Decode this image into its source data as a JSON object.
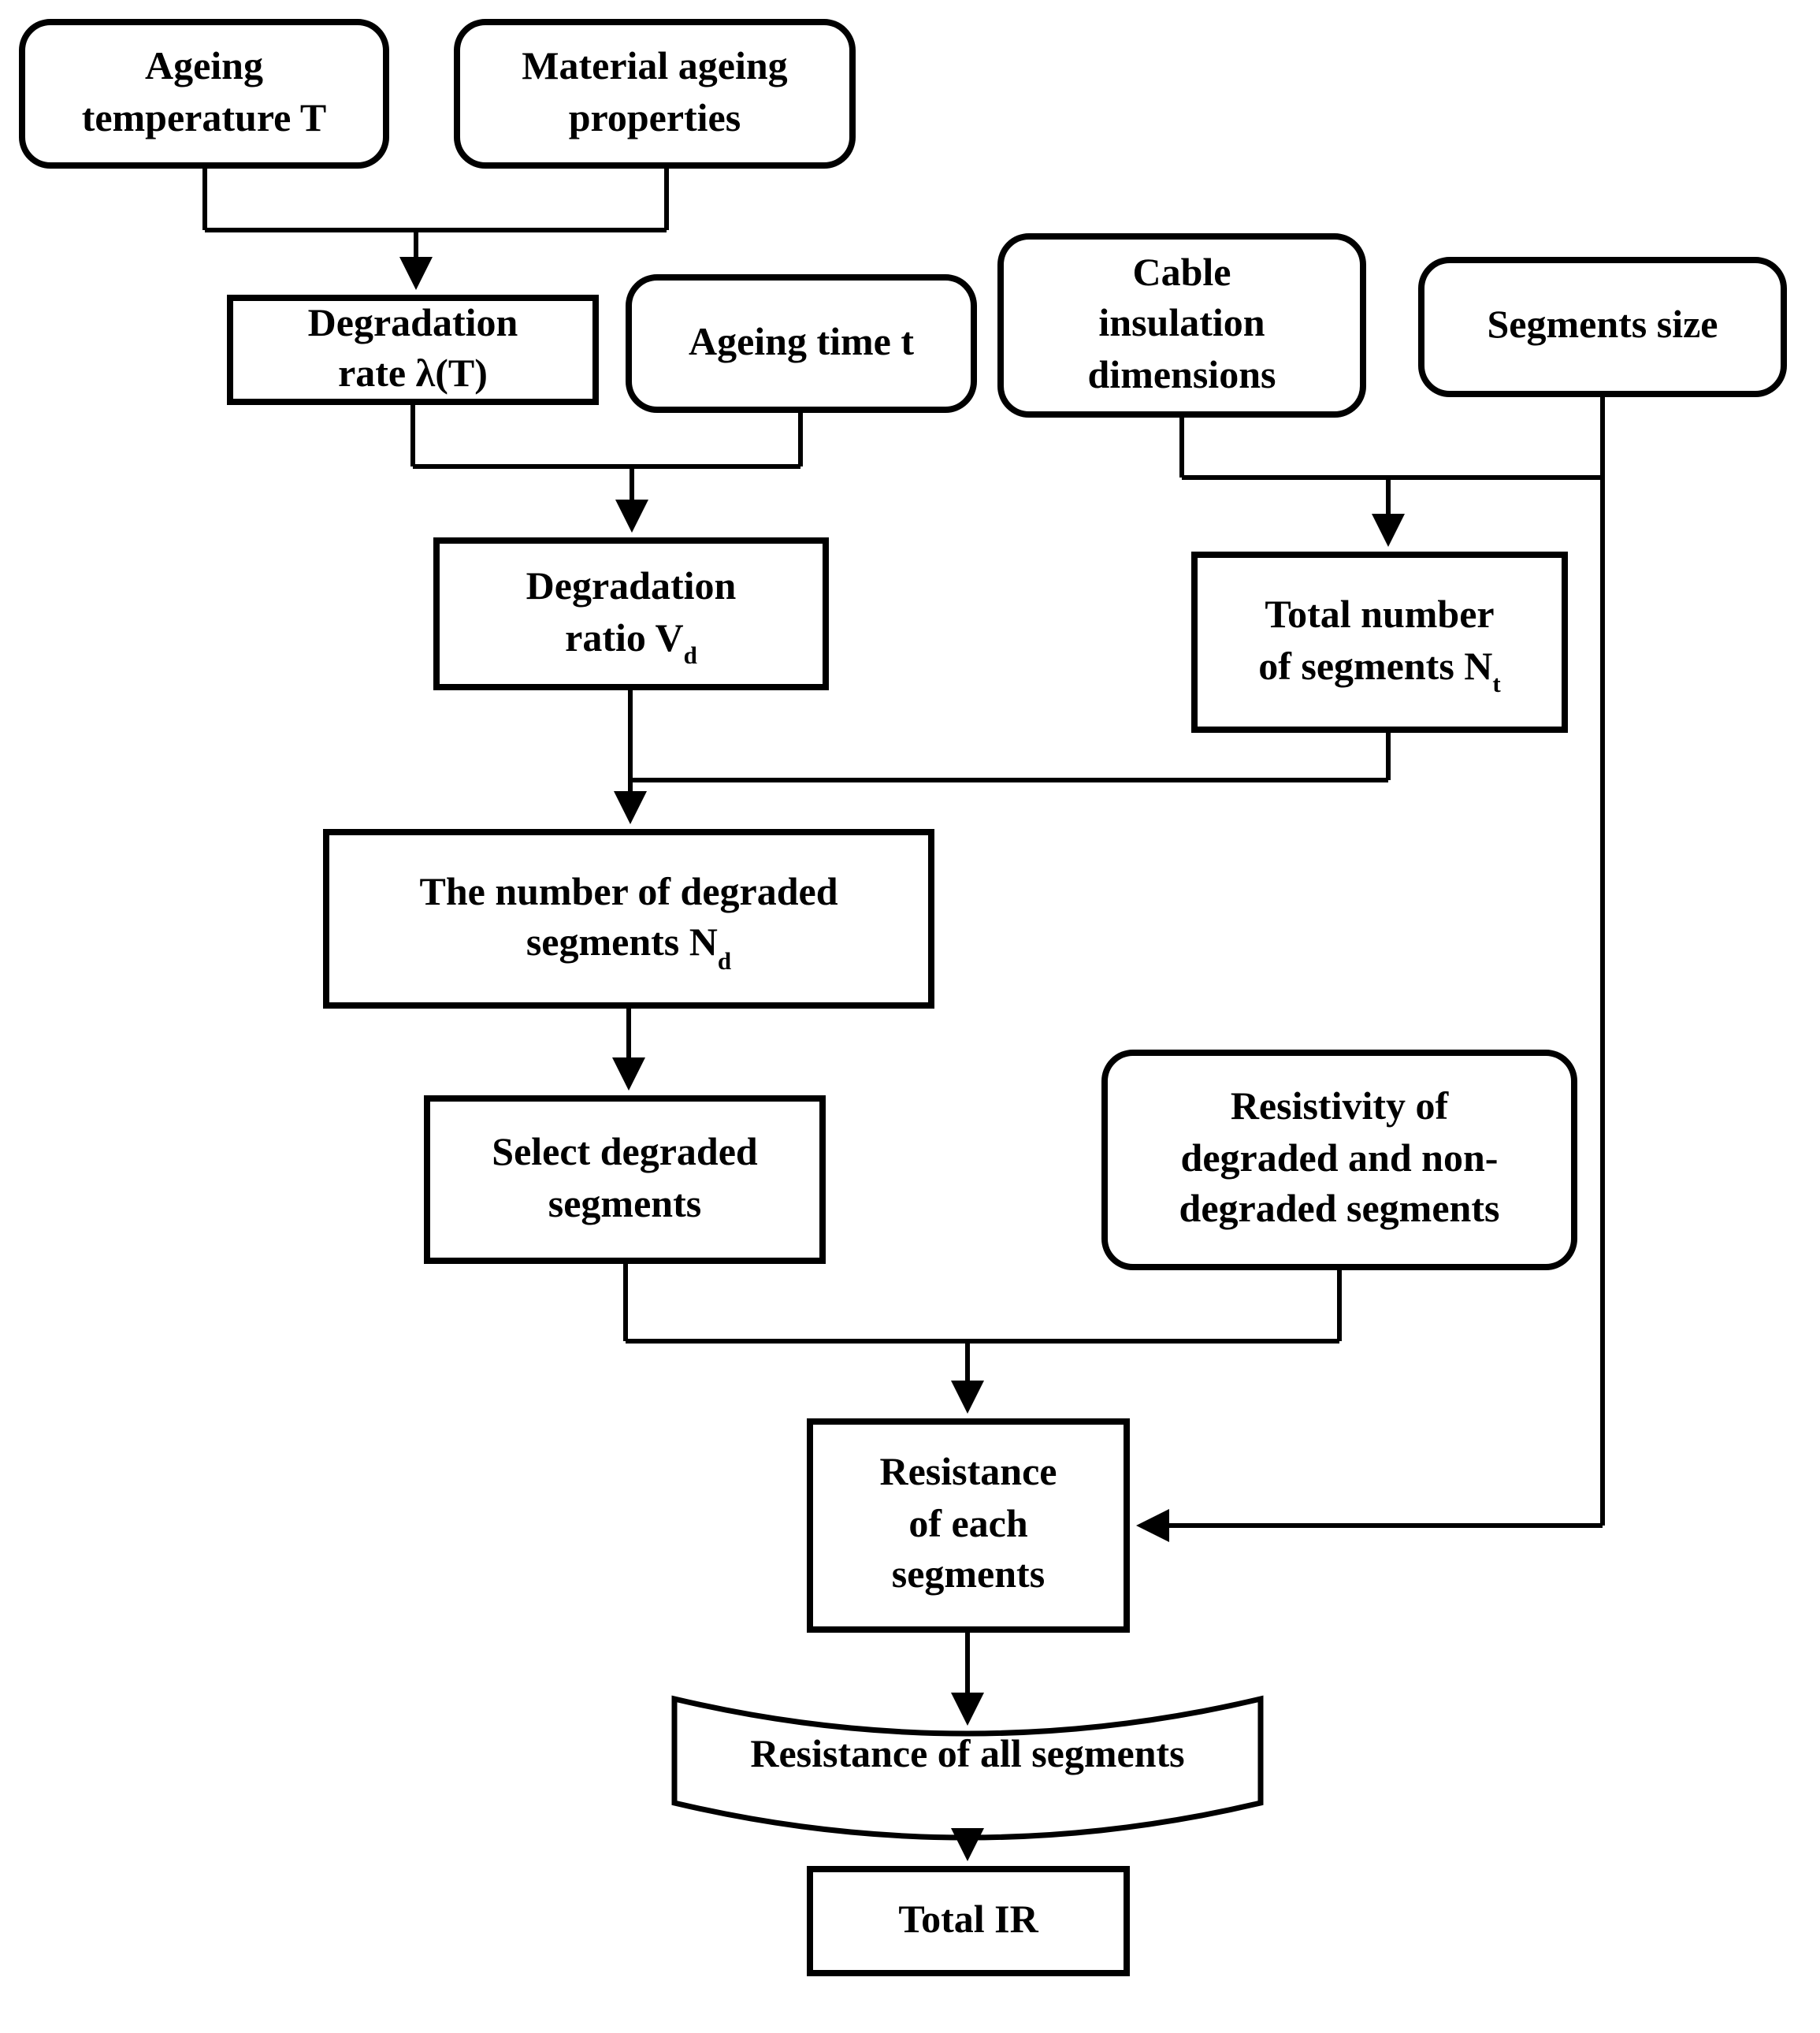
{
  "diagram": {
    "type": "flowchart",
    "background_color": "#ffffff",
    "line_color": "#000000",
    "text_color": "#000000",
    "nodes": {
      "ageing_temp": {
        "label": "Ageing\ntemperature T",
        "sub": "",
        "shape": "rounded-rectangle"
      },
      "material_ageing": {
        "label": "Material ageing\nproperties",
        "sub": "",
        "shape": "rounded-rectangle"
      },
      "degradation_rate": {
        "label": "Degradation\nrate λ(T)",
        "sub": "",
        "shape": "rectangle"
      },
      "ageing_time": {
        "label": "Ageing time t",
        "sub": "",
        "shape": "rounded-rectangle"
      },
      "cable_insulation": {
        "label": "Cable\ninsulation\ndimensions",
        "sub": "",
        "shape": "rounded-rectangle"
      },
      "segments_size": {
        "label": "Segments size",
        "sub": "",
        "shape": "rounded-rectangle"
      },
      "degradation_ratio": {
        "label": "Degradation\nratio V",
        "sub": "d",
        "shape": "rectangle"
      },
      "total_segments": {
        "label": "Total number\nof segments N",
        "sub": "t",
        "shape": "rectangle"
      },
      "degraded_count": {
        "label": "The number of degraded\nsegments N",
        "sub": "d",
        "shape": "rectangle"
      },
      "select_degraded": {
        "label": "Select degraded\nsegments",
        "sub": "",
        "shape": "rectangle"
      },
      "resistivity": {
        "label": "Resistivity of\ndegraded and non-\ndegraded segments",
        "sub": "",
        "shape": "rounded-rectangle"
      },
      "resistance_each": {
        "label": "Resistance\nof each\nsegments",
        "sub": "",
        "shape": "rectangle"
      },
      "resistance_all": {
        "label": "Resistance of all segments",
        "sub": "",
        "shape": "curved-banner"
      },
      "total_ir": {
        "label": "Total IR",
        "sub": "",
        "shape": "rectangle"
      }
    },
    "edges": [
      {
        "from": "ageing_temp",
        "to": "degradation_rate"
      },
      {
        "from": "material_ageing",
        "to": "degradation_rate"
      },
      {
        "from": "degradation_rate",
        "to": "degradation_ratio"
      },
      {
        "from": "ageing_time",
        "to": "degradation_ratio"
      },
      {
        "from": "cable_insulation",
        "to": "total_segments"
      },
      {
        "from": "segments_size",
        "to": "total_segments"
      },
      {
        "from": "segments_size",
        "to": "resistance_each"
      },
      {
        "from": "degradation_ratio",
        "to": "degraded_count"
      },
      {
        "from": "total_segments",
        "to": "degraded_count"
      },
      {
        "from": "degraded_count",
        "to": "select_degraded"
      },
      {
        "from": "select_degraded",
        "to": "resistance_each"
      },
      {
        "from": "resistivity",
        "to": "resistance_each"
      },
      {
        "from": "resistance_each",
        "to": "resistance_all"
      },
      {
        "from": "resistance_all",
        "to": "total_ir"
      }
    ]
  }
}
